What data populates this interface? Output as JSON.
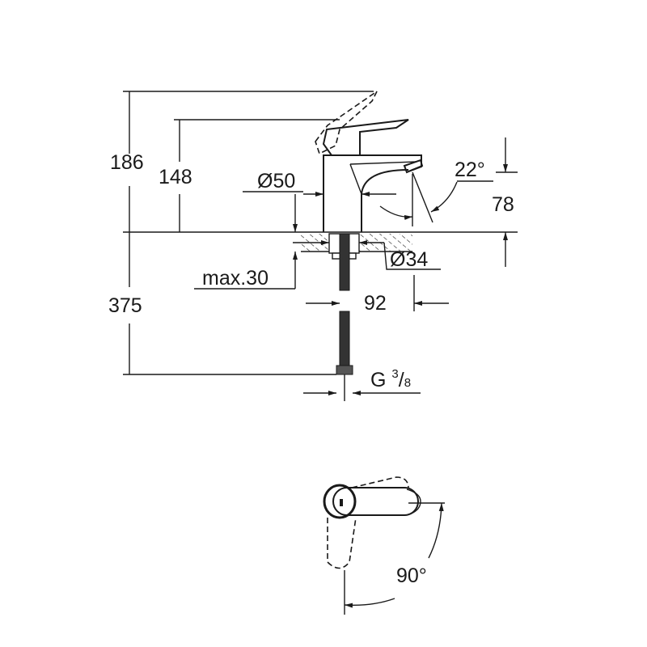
{
  "drawing": {
    "dimensions": {
      "total_height": "186",
      "handle_height": "148",
      "body_diameter": "Ø50",
      "spout_angle": "22°",
      "spout_height": "78",
      "hole_diameter": "Ø34",
      "max_thickness": "max.30",
      "projection": "92",
      "below_counter": "375",
      "connection_thread": "G",
      "connection_num": "3",
      "connection_sep": "/",
      "connection_den": "8",
      "handle_rotation": "90°"
    }
  }
}
